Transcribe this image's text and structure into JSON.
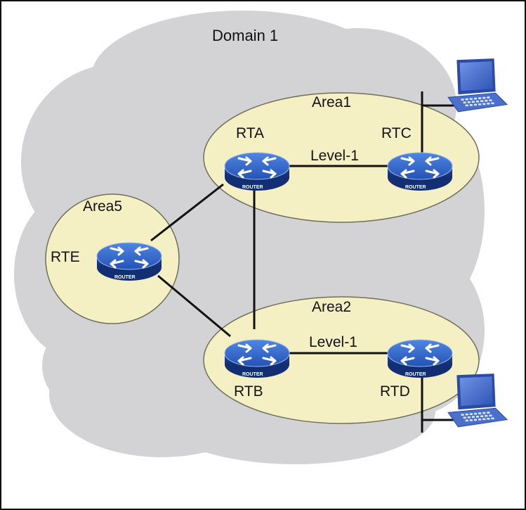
{
  "domain": {
    "label": "Domain 1"
  },
  "areas": [
    {
      "id": "area1",
      "label": "Area1"
    },
    {
      "id": "area2",
      "label": "Area2"
    },
    {
      "id": "area5",
      "label": "Area5"
    }
  ],
  "routers": [
    {
      "id": "rta",
      "label": "RTA",
      "badge": "ROUTER"
    },
    {
      "id": "rtb",
      "label": "RTB",
      "badge": "ROUTER"
    },
    {
      "id": "rtc",
      "label": "RTC",
      "badge": "ROUTER"
    },
    {
      "id": "rtd",
      "label": "RTD",
      "badge": "ROUTER"
    },
    {
      "id": "rte",
      "label": "RTE",
      "badge": "ROUTER"
    }
  ],
  "links": [
    {
      "from": "rta",
      "to": "rtc",
      "label": "Level-1"
    },
    {
      "from": "rtb",
      "to": "rtd",
      "label": "Level-1"
    },
    {
      "from": "rta",
      "to": "rtb",
      "label": ""
    },
    {
      "from": "rte",
      "to": "rta",
      "label": ""
    },
    {
      "from": "rte",
      "to": "rtb",
      "label": ""
    }
  ],
  "hosts": [
    {
      "id": "host-top",
      "icon": "laptop-icon",
      "attached_to": "rtc"
    },
    {
      "id": "host-bottom",
      "icon": "laptop-icon",
      "attached_to": "rtd"
    }
  ],
  "colors": {
    "cloud": "#d3d3d5",
    "area_fill": "#f4f0c4",
    "area_stroke": "#6f6f5a",
    "router_top": "#2f64c8",
    "router_side": "#1b3f93",
    "link": "#111111",
    "laptop": "#3f66c6"
  }
}
